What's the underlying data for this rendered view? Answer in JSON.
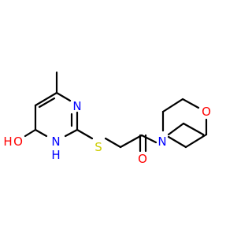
{
  "molecule": {
    "atoms": [
      {
        "id": "O_hydroxyl",
        "label": "O",
        "h_label": "H",
        "color": "#ff0000"
      },
      {
        "id": "N1",
        "label": "N",
        "color": "#0000ff"
      },
      {
        "id": "N3",
        "label": "N",
        "h_label": "H",
        "color": "#0000ff"
      },
      {
        "id": "S",
        "label": "S",
        "color": "#cccc00"
      },
      {
        "id": "N_morpholine",
        "label": "N",
        "color": "#0000ff"
      },
      {
        "id": "O_morpholine",
        "label": "O",
        "color": "#ff0000"
      },
      {
        "id": "O_carbonyl",
        "label": "O",
        "color": "#ff0000"
      }
    ]
  }
}
